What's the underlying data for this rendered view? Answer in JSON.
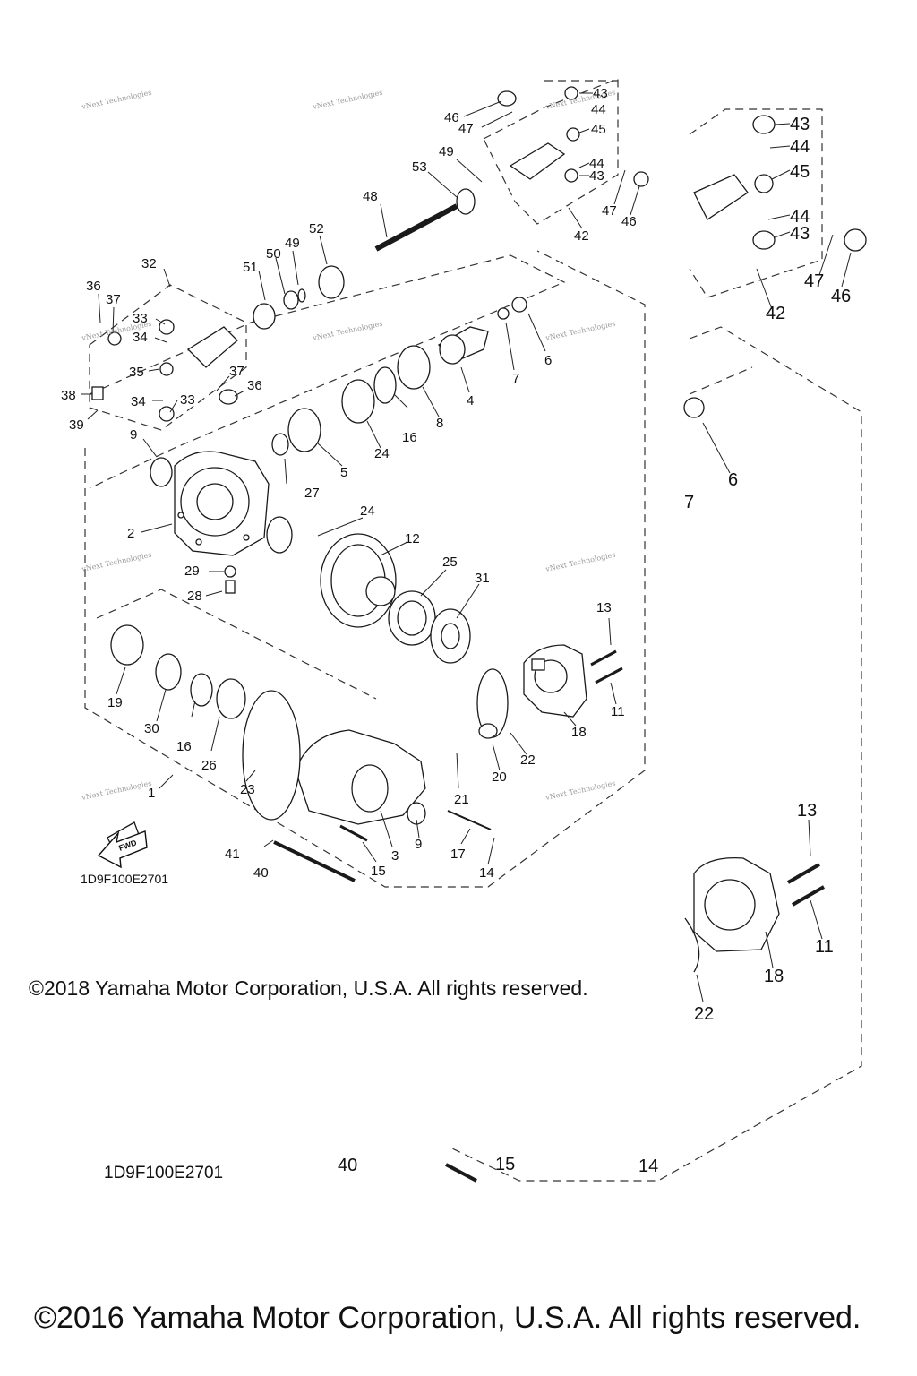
{
  "labels": {
    "p1": "1",
    "p2": "2",
    "p3": "3",
    "p4": "4",
    "p5": "5",
    "p6": "6",
    "p7": "7",
    "p8": "8",
    "p9": "9",
    "p9b": "9",
    "p11": "11",
    "p12": "12",
    "p13": "13",
    "p14": "14",
    "p15": "15",
    "p16": "16",
    "p16b": "16",
    "p17": "17",
    "p18": "18",
    "p19": "19",
    "p20": "20",
    "p21": "21",
    "p22": "22",
    "p23": "23",
    "p24": "24",
    "p24b": "24",
    "p25": "25",
    "p26": "26",
    "p27": "27",
    "p28": "28",
    "p29": "29",
    "p30": "30",
    "p31": "31",
    "p32": "32",
    "p33": "33",
    "p33b": "33",
    "p34": "34",
    "p34b": "34",
    "p35": "35",
    "p36": "36",
    "p36b": "36",
    "p37": "37",
    "p37b": "37",
    "p38": "38",
    "p39": "39",
    "p40": "40",
    "p41": "41",
    "p42": "42",
    "p43": "43",
    "p43b": "43",
    "p44": "44",
    "p44b": "44",
    "p45": "45",
    "p46": "46",
    "p46b": "46",
    "p47": "47",
    "p47b": "47",
    "p48": "48",
    "p49": "49",
    "p49b": "49",
    "p50": "50",
    "p51": "51",
    "p52": "52",
    "p53": "53"
  },
  "zoom_labels": {
    "z43": "43",
    "z43b": "43",
    "z44": "44",
    "z44b": "44",
    "z45": "45",
    "z42": "42",
    "z46": "46",
    "z47": "47",
    "z6": "6",
    "z7": "7",
    "z13": "13",
    "z11": "11",
    "z18": "18",
    "z22": "22",
    "z40": "40",
    "z15": "15",
    "z14": "14"
  },
  "watermark_text": "vNext Technologies",
  "fwd_label": "FWD",
  "diagram_code": "1D9F100E2701",
  "copyright_small": "©2018 Yamaha Motor Corporation, U.S.A. All rights reserved.",
  "copyright_large": "©2016 Yamaha Motor Corporation, U.S.A. All rights reserved."
}
